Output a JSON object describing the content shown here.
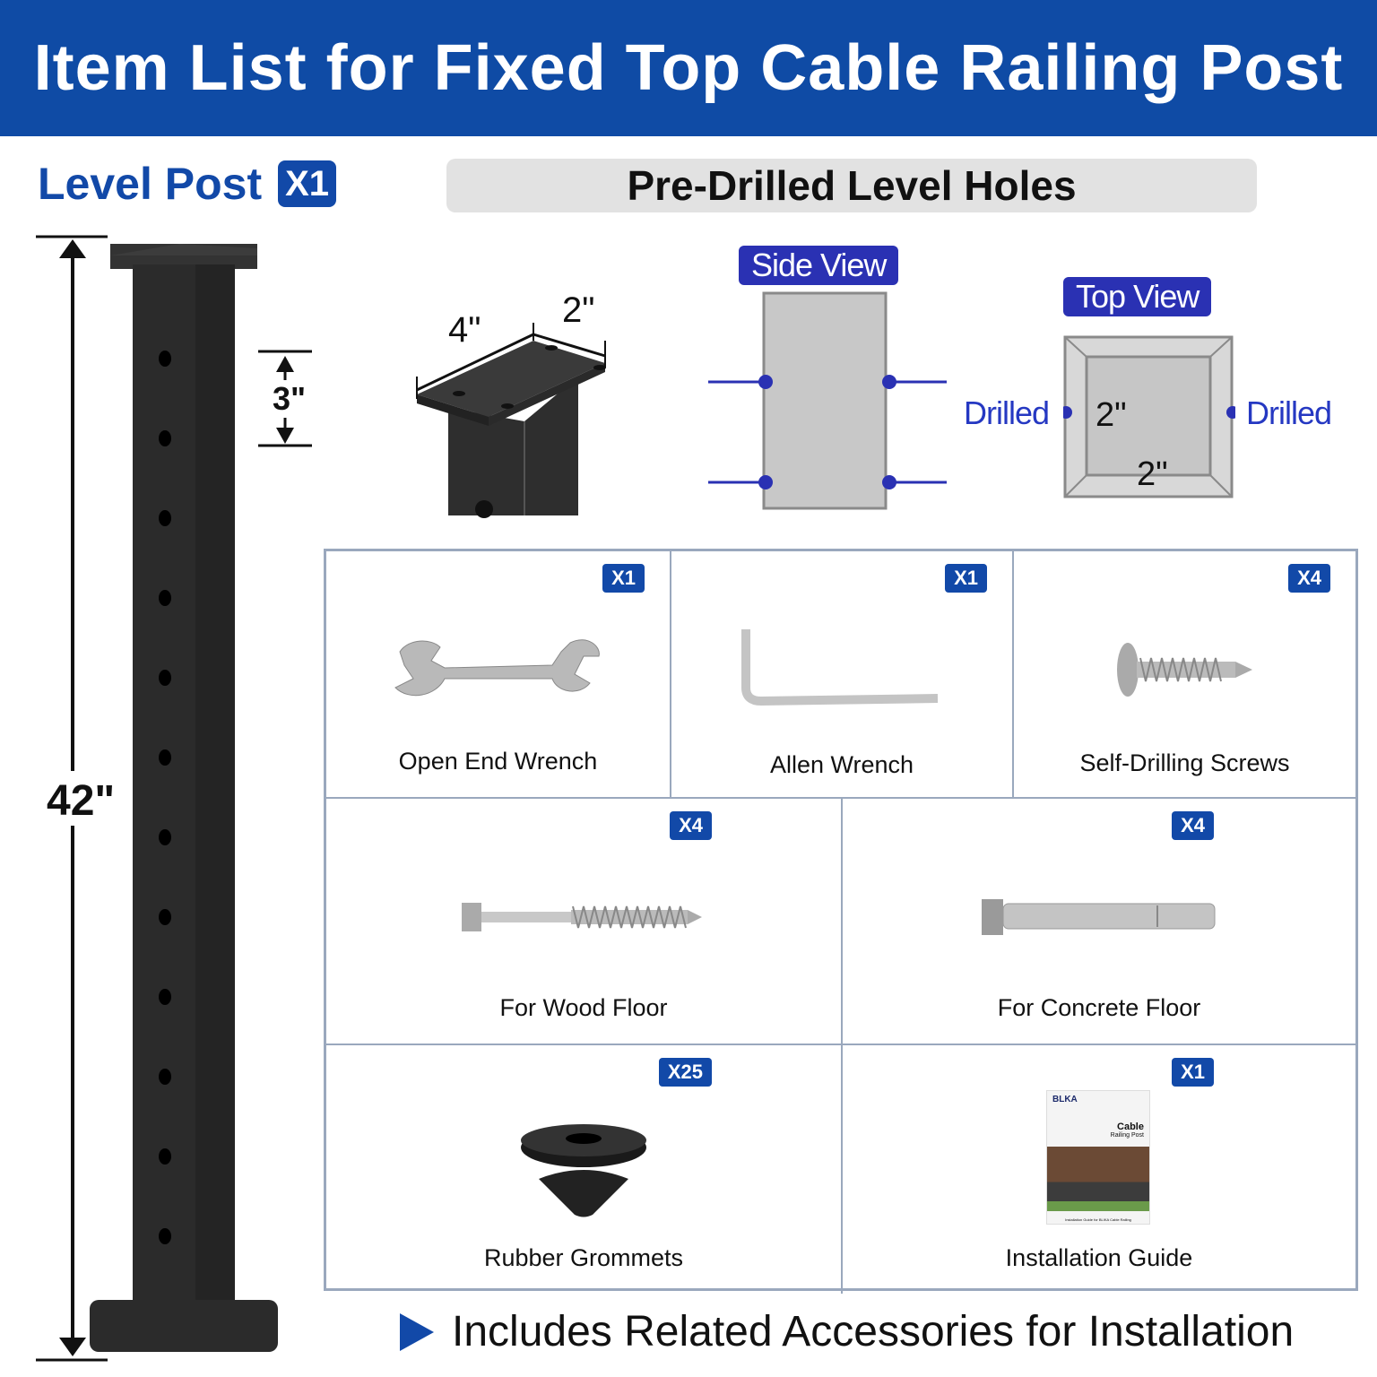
{
  "header": {
    "title": "Item List for Fixed Top Cable Railing Post"
  },
  "post": {
    "title": "Level Post",
    "qty": "X1",
    "height": "42\"",
    "spacing": "3\""
  },
  "holes": {
    "banner": "Pre-Drilled Level Holes",
    "top_dims": {
      "length": "4\"",
      "width": "2\""
    },
    "side_view": "Side View",
    "top_view": "Top View",
    "drilled_left": "Drilled",
    "drilled_right": "Drilled",
    "top_w": "2\"",
    "top_h": "2\""
  },
  "items": [
    {
      "name": "Open End Wrench",
      "qty": "X1"
    },
    {
      "name": "Allen Wrench",
      "qty": "X1"
    },
    {
      "name": "Self-Drilling Screws",
      "qty": "X4"
    },
    {
      "name": "For Wood Floor",
      "qty": "X4"
    },
    {
      "name": "For Concrete Floor",
      "qty": "X4"
    },
    {
      "name": "Rubber Grommets",
      "qty": "X25"
    },
    {
      "name": "Installation Guide",
      "qty": "X1",
      "guide": {
        "brand": "BLKA",
        "title": "Cable",
        "subtitle": "Railing Post",
        "footer": "Installation Guide for BLIKA Cable Railing"
      }
    }
  ],
  "footer": {
    "text": "Includes Related Accessories for Installation"
  },
  "colors": {
    "brand_blue": "#0f4ba5",
    "view_label": "#2a31b3",
    "post": "#2b2b2b"
  }
}
